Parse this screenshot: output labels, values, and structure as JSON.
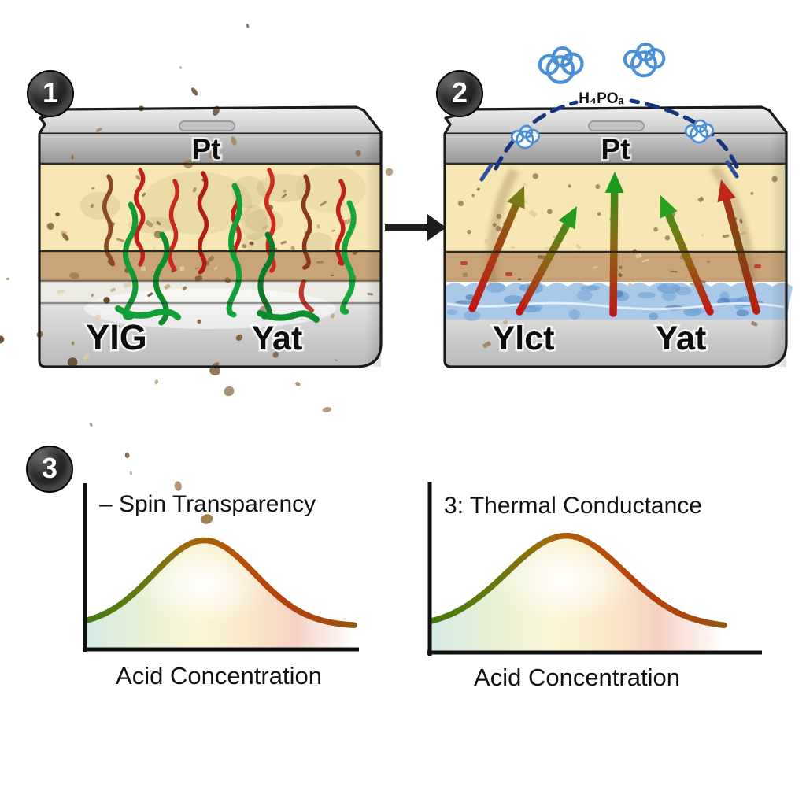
{
  "figure": {
    "badges": {
      "one": "1",
      "two": "2",
      "three": "3"
    },
    "panel1": {
      "top_layer_label": "Pt",
      "substrate_label_left": "YIG",
      "substrate_label_right": "Yat"
    },
    "panel2": {
      "top_layer_label": "Pt",
      "vapor_formula": "H₄POₐ",
      "substrate_label_left": "Ylct",
      "substrate_label_right": "Yat"
    },
    "icons": {
      "transition_arrow": "right-arrow",
      "vapor": "cloud-puff",
      "step_markers": "numbered-circle-badge"
    }
  },
  "colors": {
    "spin_red": "#c32017",
    "spin_green": "#169a33",
    "arrow_red": "#c01818",
    "arrow_green": "#28991f",
    "vapor_blue": "#4b8fd6",
    "dash_blue": "#16357f",
    "frost_blue": "#aac9e8",
    "frost_blob": "#6d9fd4",
    "cream_layer": "#f6e7b4",
    "interlayer_brown": "#c8a478",
    "metal_gray": "#b5b5b5",
    "debris_brown": "#7d5c35",
    "ink": "#141414"
  },
  "chart_data": [
    {
      "type": "line",
      "title": "– Spin Transparency",
      "xlabel": "Acid Concentration",
      "ylabel": "",
      "curve": "gaussian",
      "peak_x": 0.44,
      "sigma": 0.19,
      "baseline": 0.13,
      "amplitude": 0.52,
      "x_range": [
        0,
        1
      ],
      "ylim": [
        0,
        1
      ],
      "grid": false,
      "legend": "none",
      "stroke_gradient": [
        "#47790f",
        "#9a6c0a",
        "#b7400b",
        "#8d5a13"
      ],
      "points": {
        "x": [
          0,
          0.1,
          0.2,
          0.3,
          0.4,
          0.5,
          0.6,
          0.7,
          0.8,
          0.9,
          1.0
        ],
        "y": [
          0.17,
          0.23,
          0.36,
          0.53,
          0.64,
          0.62,
          0.49,
          0.33,
          0.22,
          0.16,
          0.14
        ]
      }
    },
    {
      "type": "line",
      "title": "3: Thermal Conductance",
      "xlabel": "Acid Concentration",
      "ylabel": "",
      "curve": "gaussian",
      "peak_x": 0.46,
      "sigma": 0.2,
      "baseline": 0.14,
      "amplitude": 0.55,
      "x_range": [
        0,
        1
      ],
      "ylim": [
        0,
        1
      ],
      "grid": false,
      "legend": "none",
      "stroke_gradient": [
        "#47790f",
        "#9a6c0a",
        "#b7400b",
        "#8d5a13"
      ],
      "points": {
        "x": [
          0,
          0.1,
          0.2,
          0.3,
          0.4,
          0.5,
          0.6,
          0.7,
          0.8,
          0.9,
          1.0
        ],
        "y": [
          0.18,
          0.25,
          0.38,
          0.54,
          0.67,
          0.68,
          0.57,
          0.41,
          0.27,
          0.19,
          0.15
        ]
      }
    }
  ]
}
